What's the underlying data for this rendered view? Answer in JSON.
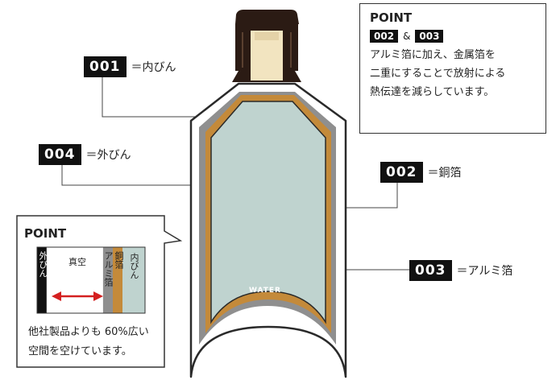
{
  "colors": {
    "outer_bottle": "#ffffff",
    "outline": "#2a2a2a",
    "aluminum": "#8f8f8f",
    "copper": "#c48a3a",
    "inner_bottle": "#bfd3cf",
    "arrow": "#d42020",
    "cap": "#2b1b14",
    "cap_insert": "#f2e4c0"
  },
  "labels": {
    "l001": {
      "badge": "001",
      "text": "＝内びん"
    },
    "l004": {
      "badge": "004",
      "text": "＝外びん"
    },
    "l002": {
      "badge": "002",
      "text": "＝銅箔"
    },
    "l003": {
      "badge": "003",
      "text": "＝アルミ箔"
    }
  },
  "point_box_top": {
    "title": "POINT",
    "badge_a": "002",
    "amp": "&",
    "badge_b": "003",
    "lines": [
      "アルミ箔に加え、金属箔を",
      "二重にすることで放射による",
      "熱伝達を減らしています。"
    ]
  },
  "point_box_bottom": {
    "title": "POINT",
    "layer_outer": "外びん",
    "layer_vacuum": "真空",
    "layer_aluminum": "アルミ箔",
    "layer_copper": "銅箔",
    "layer_inner": "内びん",
    "lines": [
      "他社製品よりも 60%広い",
      "空間を空けています。"
    ]
  },
  "bottle": {
    "contents_label": "WATER"
  }
}
